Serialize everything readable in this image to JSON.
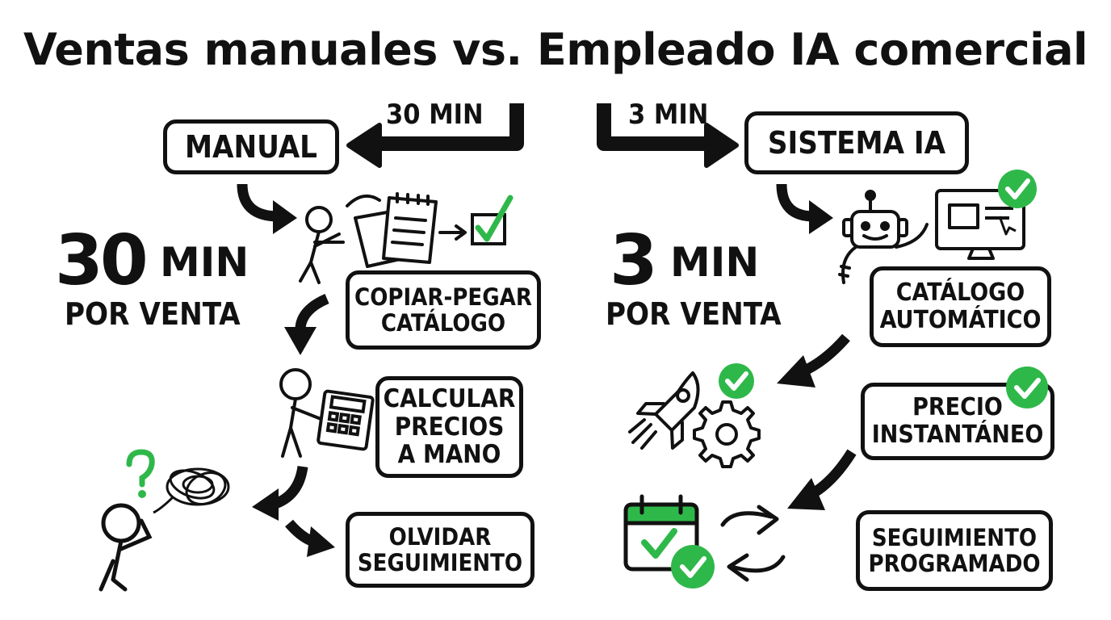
{
  "title": "Ventas manuales vs. Empleado IA comercial",
  "left": {
    "header": "MANUAL",
    "time_label": "30 MIN",
    "big_number": "30",
    "big_unit": "MIN",
    "per_sale": "POR VENTA",
    "steps": [
      {
        "lines": [
          "COPIAR-PEGAR",
          "CATÁLOGO"
        ]
      },
      {
        "lines": [
          "CALCULAR",
          "PRECIOS",
          "A MANO"
        ]
      },
      {
        "lines": [
          "OLVIDAR",
          "SEGUIMIENTO"
        ]
      }
    ]
  },
  "right": {
    "header": "SISTEMA IA",
    "time_label": "3 MIN",
    "big_number": "3",
    "big_unit": "MIN",
    "per_sale": "POR VENTA",
    "steps": [
      {
        "lines": [
          "CATÁLOGO",
          "AUTOMÁTICO"
        ]
      },
      {
        "lines": [
          "PRECIO",
          "INSTANTÁNEO"
        ]
      },
      {
        "lines": [
          "SEGUIMIENTO",
          "PROGRAMADO"
        ]
      }
    ]
  },
  "icons": [
    "question-mark-icon",
    "tangled-scribble-icon",
    "checkmark-icon",
    "robot-icon",
    "monitor-icon",
    "rocket-icon",
    "gear-icon",
    "calendar-icon",
    "sync-arrows-icon",
    "calculator-icon",
    "notepad-icon",
    "stick-figure-icon"
  ],
  "colors": {
    "ink": "#111111",
    "accent_green": "#2fb84a",
    "background": "#ffffff"
  }
}
